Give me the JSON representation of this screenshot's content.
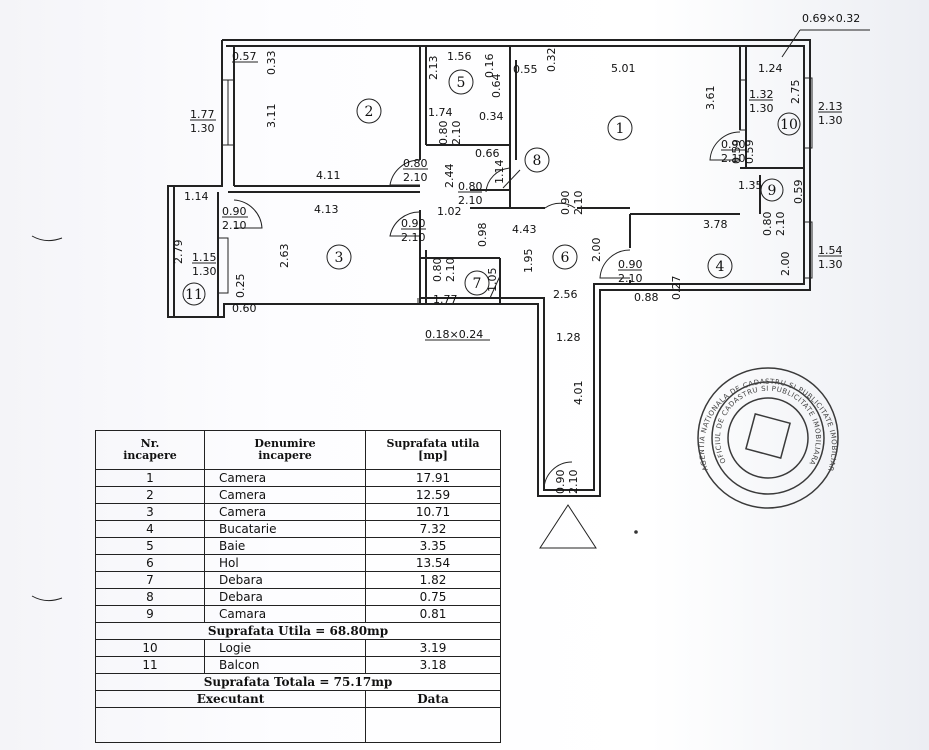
{
  "plan_labels": {
    "balcony_notch": "0.69×0.32",
    "window_r2": "1.77",
    "window_r2_h": "1.30",
    "window_r11": "1.15",
    "window_r11_h": "1.30",
    "window_r10": "2.13",
    "window_r10_h": "1.30",
    "window_r4": "1.54",
    "window_r4_h": "1.30",
    "notch_7": "0.18×0.24",
    "rooms": [
      "1",
      "2",
      "3",
      "4",
      "5",
      "6",
      "7",
      "8",
      "9",
      "10",
      "11"
    ],
    "dims": {
      "d057": "0.57",
      "d033": "0.33",
      "d311": "3.11",
      "d411": "4.11",
      "d114": "1.14",
      "d413": "4.13",
      "d263": "2.63",
      "d279": "2.79",
      "d025": "0.25",
      "d060": "0.60",
      "d156": "1.56",
      "d213a": "2.13",
      "d016": "0.16",
      "d064": "0.64",
      "d174": "1.74",
      "d034": "0.34",
      "d066": "0.66",
      "d114b": "1.14",
      "d244": "2.44",
      "d102": "1.02",
      "d055": "0.55",
      "d032": "0.32",
      "d501": "5.01",
      "d361": "3.61",
      "d124": "1.24",
      "d275": "2.75",
      "d132": "1.32",
      "d130": "1.30",
      "d059a": "0.59",
      "d059b": "0.59",
      "d135": "1.35",
      "d059c": "0.59",
      "d378": "3.78",
      "d200a": "2.00",
      "d027": "0.27",
      "d088": "0.88",
      "d443": "4.43",
      "d098": "0.98",
      "d195": "1.95",
      "d200b": "2.00",
      "d256": "2.56",
      "d177": "1.77",
      "d105": "1.05",
      "d128": "1.28",
      "d401": "4.01"
    },
    "doors": {
      "a": [
        "0.80",
        "2.10"
      ],
      "b": [
        "0.90",
        "2.10"
      ],
      "c": [
        "0.90",
        "2.10"
      ],
      "d": [
        "0.80",
        "2.10"
      ],
      "e": [
        "0.80",
        "2.10"
      ],
      "f": [
        "0.80",
        "2.10"
      ],
      "g": [
        "0.90",
        "2.10"
      ],
      "h": [
        "0.90",
        "2.10"
      ],
      "i": [
        "0.80",
        "2.10"
      ],
      "j": [
        "0.90",
        "2.10"
      ],
      "k": [
        "0.59",
        "0.59"
      ],
      "l": [
        "0.90",
        "2.10"
      ]
    }
  },
  "table": {
    "headers": [
      "Nr.\nincapere",
      "Denumire\nincapere",
      "Suprafata utila\n[mp]"
    ],
    "rows": [
      {
        "nr": "1",
        "name": "Camera",
        "area": "17.91"
      },
      {
        "nr": "2",
        "name": "Camera",
        "area": "12.59"
      },
      {
        "nr": "3",
        "name": "Camera",
        "area": "10.71"
      },
      {
        "nr": "4",
        "name": "Bucatarie",
        "area": "7.32"
      },
      {
        "nr": "5",
        "name": "Baie",
        "area": "3.35"
      },
      {
        "nr": "6",
        "name": "Hol",
        "area": "13.54"
      },
      {
        "nr": "7",
        "name": "Debara",
        "area": "1.82"
      },
      {
        "nr": "8",
        "name": "Debara",
        "area": "0.75"
      },
      {
        "nr": "9",
        "name": "Camara",
        "area": "0.81"
      }
    ],
    "subtotal": "Suprafata Utila = 68.80mp",
    "extra_rows": [
      {
        "nr": "10",
        "name": "Logie",
        "area": "3.19"
      },
      {
        "nr": "11",
        "name": "Balcon",
        "area": "3.18"
      }
    ],
    "total": "Suprafata Totala = 75.17mp",
    "footer": {
      "executant": "Executant",
      "data": "Data"
    }
  },
  "stamp": {
    "outer_text": "AGENTIA NATIONALA DE CADASTRU SI PUBLICITATE IMOBILIARA",
    "inner_text": "OFICIUL DE CADASTRU SI PUBLICITATE IMOBILIARA"
  }
}
